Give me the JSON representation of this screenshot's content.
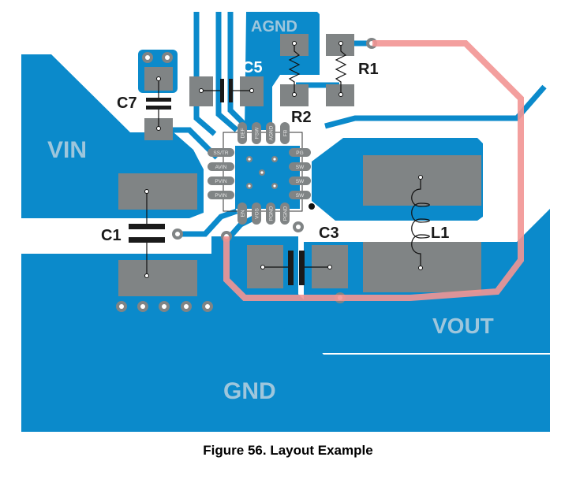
{
  "figure": {
    "caption": "Figure 56.  Layout Example"
  },
  "colors": {
    "copper": "#0b8acb",
    "pad": "#808485",
    "board": "#ffffff",
    "bottom_trace": "#f29593",
    "text_net": "#9ec6dc"
  },
  "nets": {
    "vin": "VIN",
    "gnd": "GND",
    "vout": "VOUT",
    "agnd": "AGND"
  },
  "components": {
    "c1": "C1",
    "c3": "C3",
    "c5": "C5",
    "c7": "C7",
    "r1": "R1",
    "r2": "R2",
    "l1": "L1"
  },
  "ic_pins": {
    "top": [
      "DEF",
      "FSW",
      "AGND",
      "FB"
    ],
    "left": [
      "SS/TR",
      "AVIN",
      "PVIN",
      "PVIN"
    ],
    "right": [
      "PG",
      "SW",
      "SW",
      "SW"
    ],
    "bottom": [
      "EN",
      "VOS",
      "PGND",
      "PGND"
    ]
  }
}
